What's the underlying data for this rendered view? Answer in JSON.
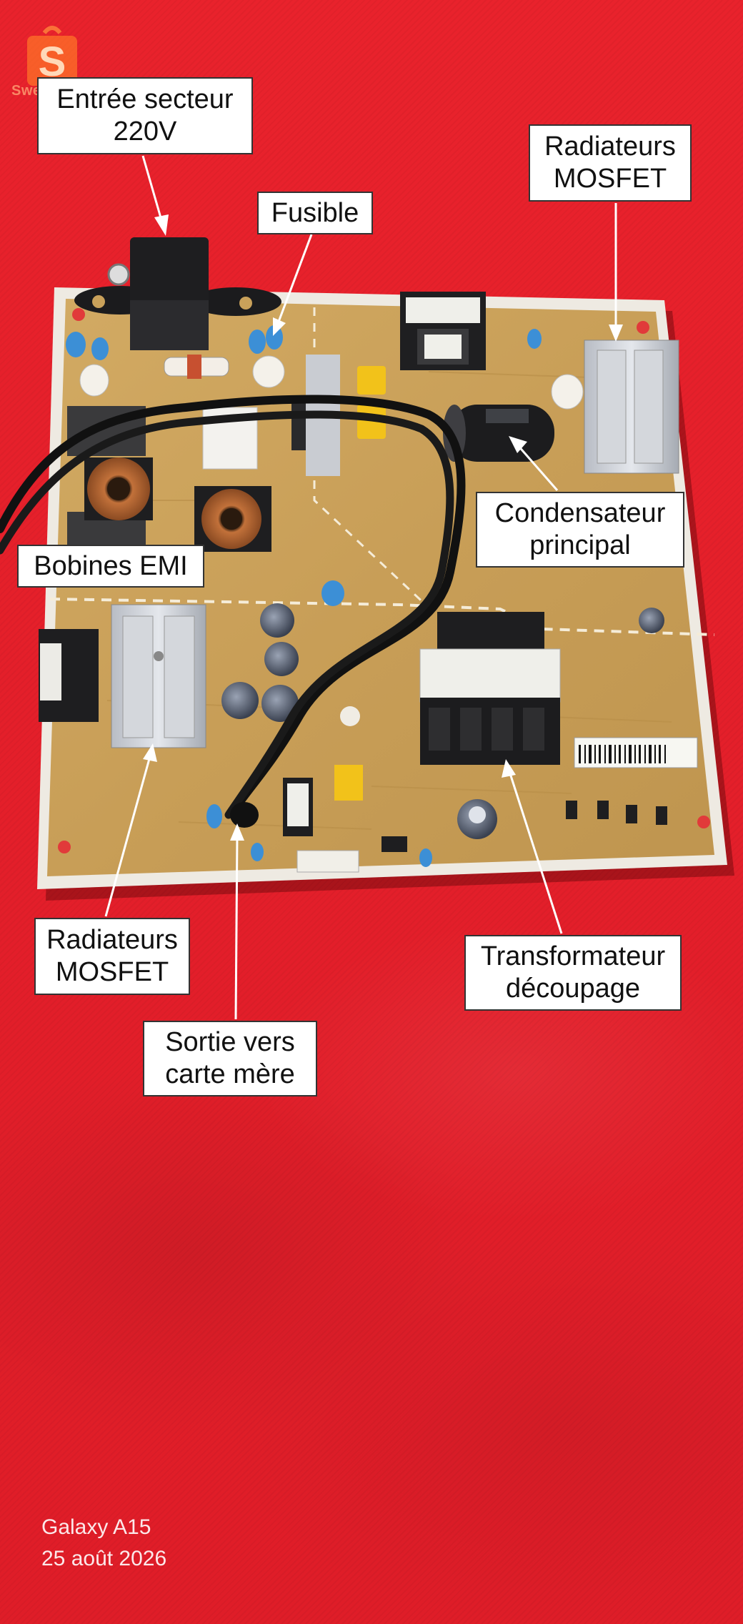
{
  "photo": {
    "watermark_text": "Sweet",
    "labels": {
      "entree": [
        "Entrée secteur",
        "220V"
      ],
      "fusible": [
        "Fusible"
      ],
      "radiateurs_top": [
        "Radiateurs",
        "MOSFET"
      ],
      "condensateur": [
        "Condensateur",
        "principal"
      ],
      "bobines": [
        "Bobines EMI"
      ],
      "radiateurs_bottom": [
        "Radiateurs",
        "MOSFET"
      ],
      "transformateur": [
        "Transformateur",
        "découpage"
      ],
      "sortie": [
        "Sortie vers",
        "carte mère"
      ]
    },
    "device": "Galaxy A15",
    "date": "25 août 2026",
    "colors": {
      "background": "#e2202a",
      "board": "#c9a15a",
      "label_bg": "#ffffff"
    }
  }
}
